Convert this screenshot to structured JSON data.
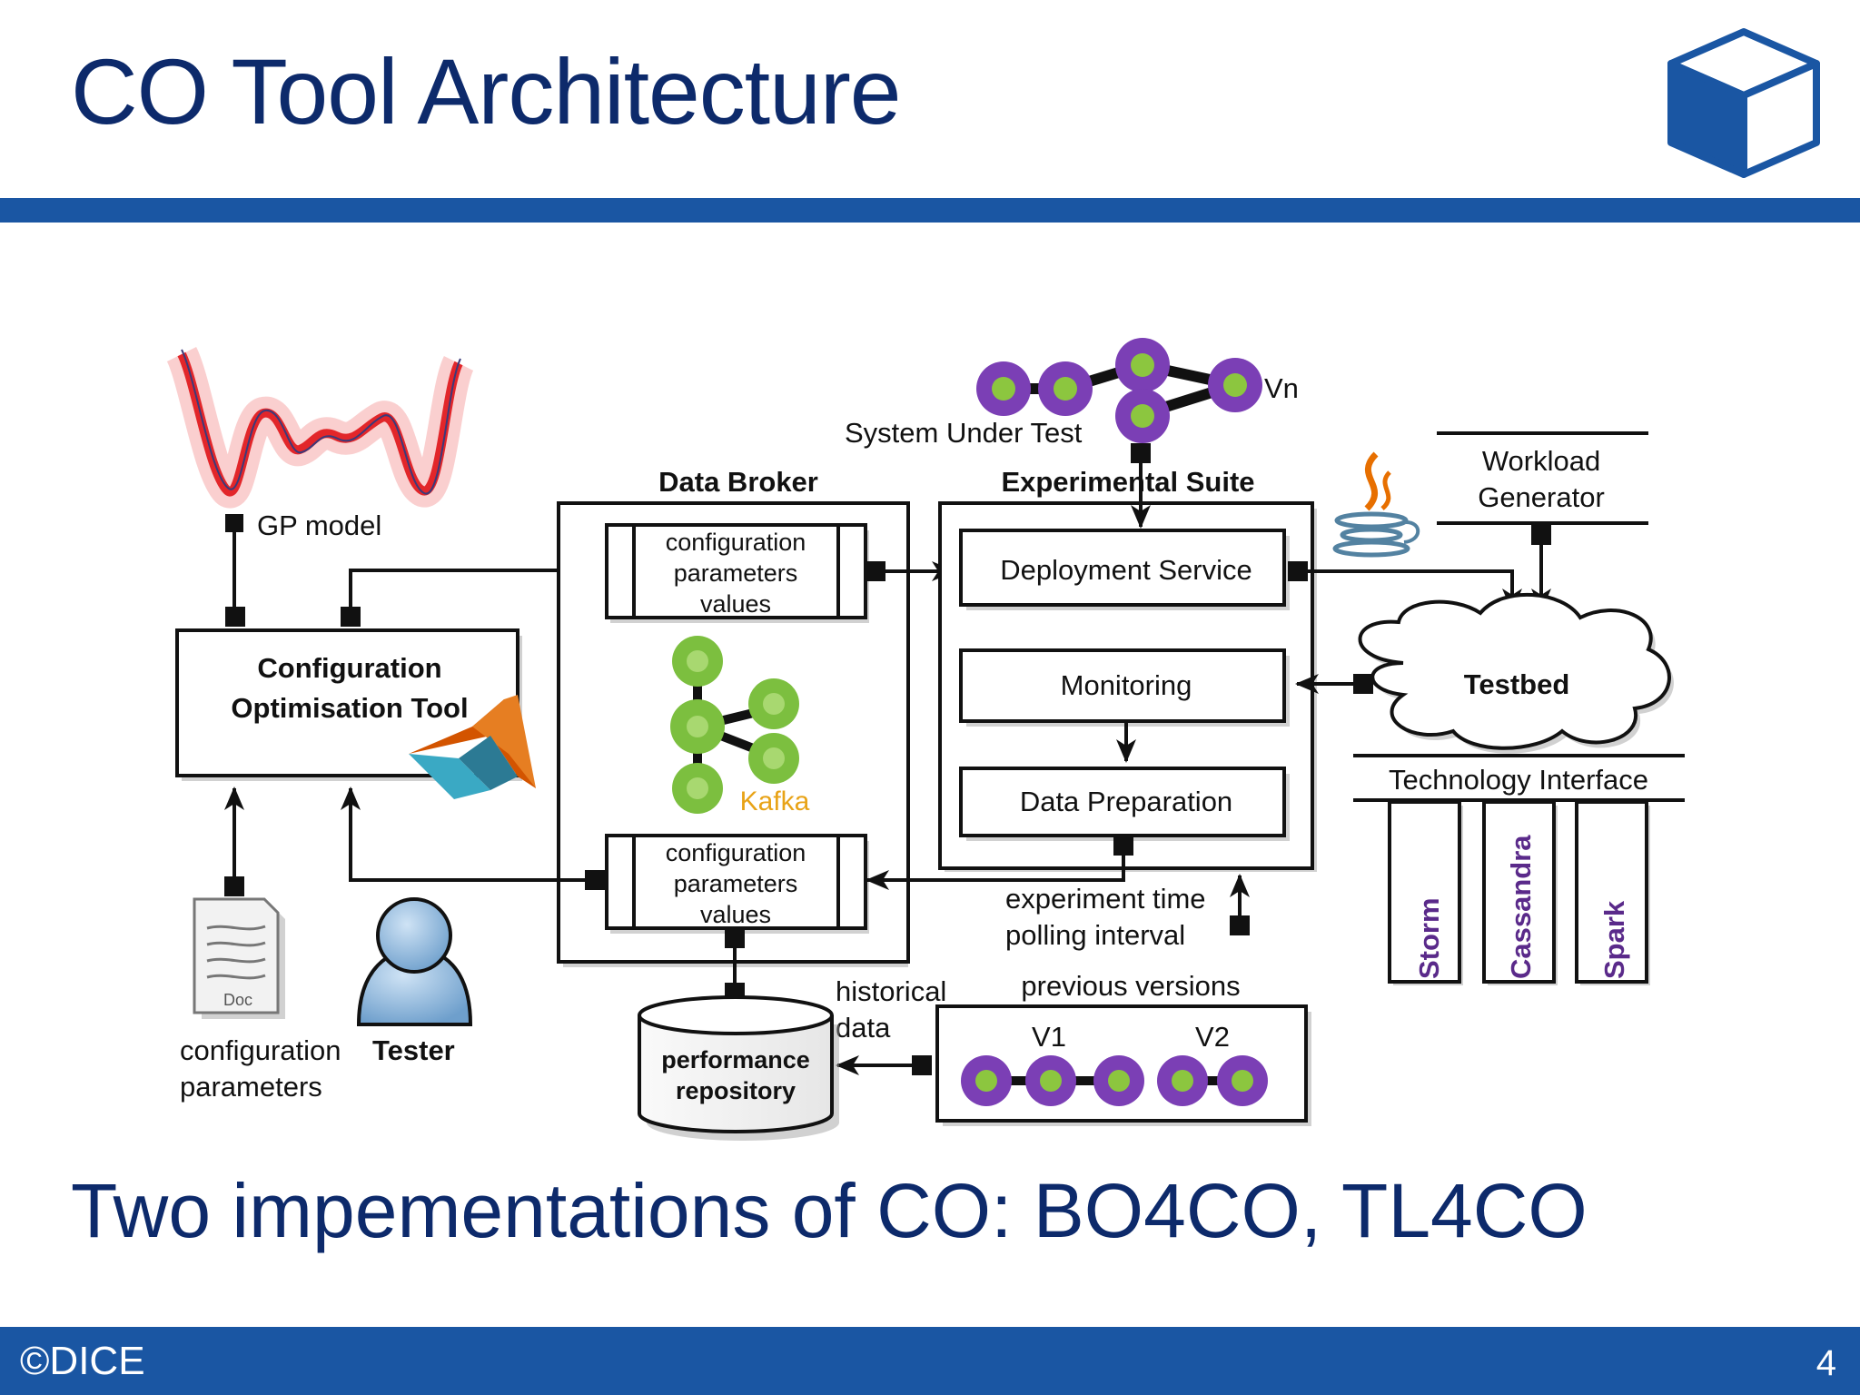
{
  "slide": {
    "title": "CO Tool Architecture",
    "subtitle": "Two impementations of CO: BO4CO, TL4CO",
    "copyright": "©DICE",
    "page_number": "4"
  },
  "diagram": {
    "gp_model_label": "GP model",
    "co_tool": [
      "Configuration",
      "Optimisation Tool"
    ],
    "data_broker": {
      "title": "Data Broker",
      "config_values_top": [
        "configuration",
        "parameters",
        "values"
      ],
      "config_values_bottom": [
        "configuration",
        "parameters",
        "values"
      ],
      "kafka_label": "Kafka"
    },
    "experimental_suite": {
      "title": "Experimental Suite",
      "deployment_service": "Deployment Service",
      "monitoring": "Monitoring",
      "data_preparation": "Data Preparation"
    },
    "system_under_test": "System Under Test",
    "vn_label": "Vn",
    "workload_generator": [
      "Workload",
      "Generator"
    ],
    "testbed": "Testbed",
    "technology_interface": {
      "title": "Technology Interface",
      "items": [
        "Storm",
        "Cassandra",
        "Spark"
      ]
    },
    "experiment_params": [
      "experiment time",
      "polling interval"
    ],
    "historical_data": [
      "historical",
      "data"
    ],
    "previous_versions": {
      "title": "previous versions",
      "v1": "V1",
      "v2": "V2"
    },
    "performance_repository": [
      "performance",
      "repository"
    ],
    "doc_icon_label": "Doc",
    "config_params_caption": [
      "configuration",
      "parameters"
    ],
    "tester_label": "Tester"
  },
  "colors": {
    "title_blue": "#0d2a6b",
    "rule_blue": "#1a56a3",
    "node_purple": "#7b3fb5",
    "node_green": "#8cc63f",
    "kafka_green": "#7cbf3f",
    "kafka_label": "#e8a317",
    "tech_text": "#5a2a8a"
  }
}
